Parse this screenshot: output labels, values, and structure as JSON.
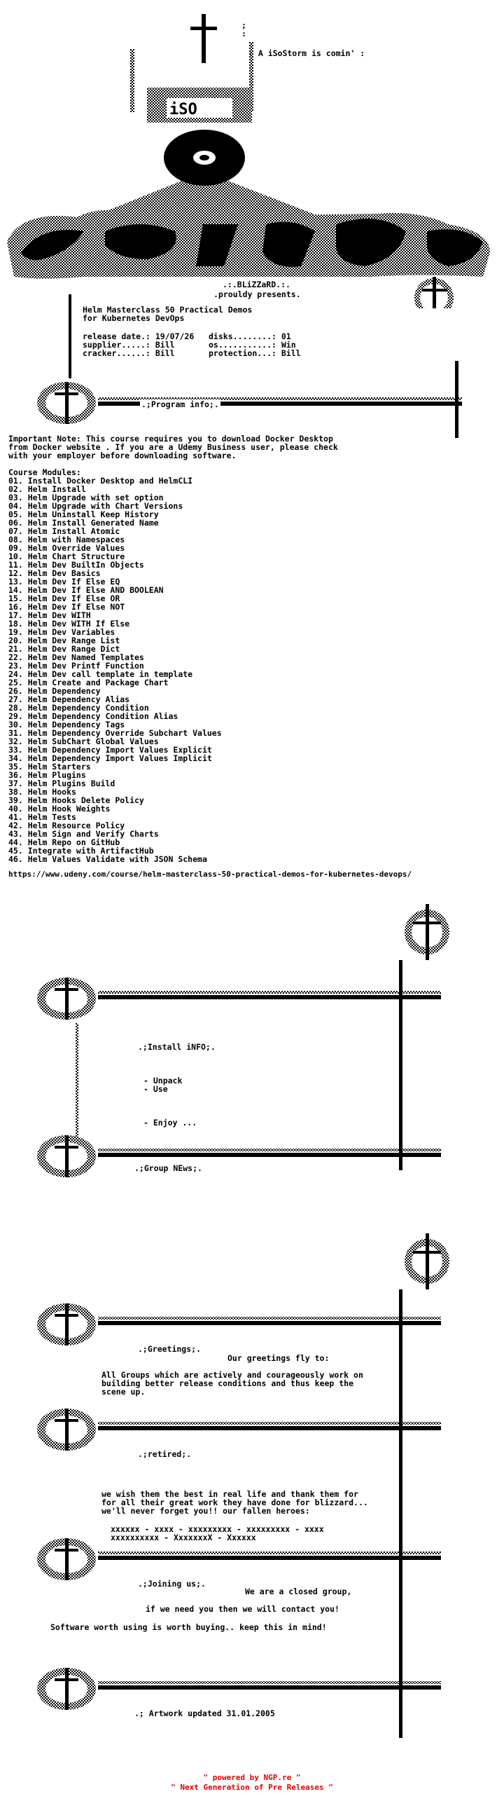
{
  "header": {
    "teaser": ": A iSoStorm is comin' :",
    "crew": ".:.BLiZZaRD.:.",
    "presents": ".prouldy presents.",
    "logo_text": "iSO"
  },
  "release": {
    "title_line1": "Helm Masterclass 50 Practical Demos",
    "title_line2": "for Kubernetes DevOps",
    "rows": [
      "release date.: 19/07/26   disks........: 01",
      "supplier.....: Bill       os...........: Win",
      "cracker......: Bill       protection...: Bill"
    ]
  },
  "sections": {
    "program_info": ".;Program info;.",
    "install_info": ".;Install iNFO;.",
    "group_news": ".;Group NEws;.",
    "greetings": ".;Greetings;.",
    "retired": ".;retired;.",
    "joining": ".;Joining us;.",
    "artwork": ".; Artwork updated 31.01.2005"
  },
  "program_text": [
    "Important Note: This course requires you to download Docker Desktop",
    "from Docker website . If you are a Udemy Business user, please check",
    "with your employer before downloading software."
  ],
  "modules_title": "Course Modules:",
  "modules": [
    "01. Install Docker Desktop and HelmCLI",
    "02. Helm Install",
    "03. Helm Upgrade with set option",
    "04. Helm Upgrade with Chart Versions",
    "05. Helm Uninstall Keep History",
    "06. Helm Install Generated Name",
    "07. Helm Install Atomic",
    "08. Helm with Namespaces",
    "09. Helm Override Values",
    "10. Helm Chart Structure",
    "11. Helm Dev BuiltIn Objects",
    "12. Helm Dev Basics",
    "13. Helm Dev If Else EQ",
    "14. Helm Dev If Else AND BOOLEAN",
    "15. Helm Dev If Else OR",
    "16. Helm Dev If Else NOT",
    "17. Helm Dev WITH",
    "18. Helm Dev WITH If Else",
    "19. Helm Dev Variables",
    "20. Helm Dev Range List",
    "21. Helm Dev Range Dict",
    "22. Helm Dev Named Templates",
    "23. Helm Dev Printf Function",
    "24. Helm Dev call template in template",
    "25. Helm Create and Package Chart",
    "26. Helm Dependency",
    "27. Helm Dependency Alias",
    "28. Helm Dependency Condition",
    "29. Helm Dependency Condition Alias",
    "30. Helm Dependency Tags",
    "31. Helm Dependency Override Subchart Values",
    "32. Helm SubChart Global Values",
    "33. Helm Dependency Import Values Explicit",
    "34. Helm Dependency Import Values Implicit",
    "35. Helm Starters",
    "36. Helm Plugins",
    "37. Helm Plugins Build",
    "38. Helm Hooks",
    "39. Helm Hooks Delete Policy",
    "40. Helm Hook Weights",
    "41. Helm Tests",
    "42. Helm Resource Policy",
    "43. Helm Sign and Verify Charts",
    "44. Helm Repo on GitHub",
    "45. Integrate with ArtifactHub",
    "46. Helm Values Validate with JSON Schema"
  ],
  "url": "https://www.udeny.com/course/helm-masterclass-50-practical-demos-for-kubernetes-devops/",
  "install_steps": [
    "- Unpack",
    "- Use",
    "- Enjoy ..."
  ],
  "greetings_text": {
    "intro": "Our greetings fly to:",
    "body": [
      "All Groups which are actively and courageously work on",
      "building better release conditions and thus keep the",
      "scene up."
    ]
  },
  "retired_text": {
    "body": [
      "we wish them the best in real life and thank them for",
      "for all their great work they have done for blizzard...",
      "we'll never forget you!! our fallen heroes:"
    ],
    "names": [
      "xxxxxx - xxxx - xxxxxxxxx - xxxxxxxxx - xxxx",
      "xxxxxxxxxx - XxxxxxxX - Xxxxxx"
    ]
  },
  "joining_text": {
    "line1": "We are a closed group,",
    "line2": "if we need you then we will contact you!",
    "line3": "Software worth using is worth buying.. keep this in mind!"
  },
  "footer": {
    "line1": "\" powered by NGP.re \"",
    "line2": "\" Next Generation of Pre Releases \""
  }
}
